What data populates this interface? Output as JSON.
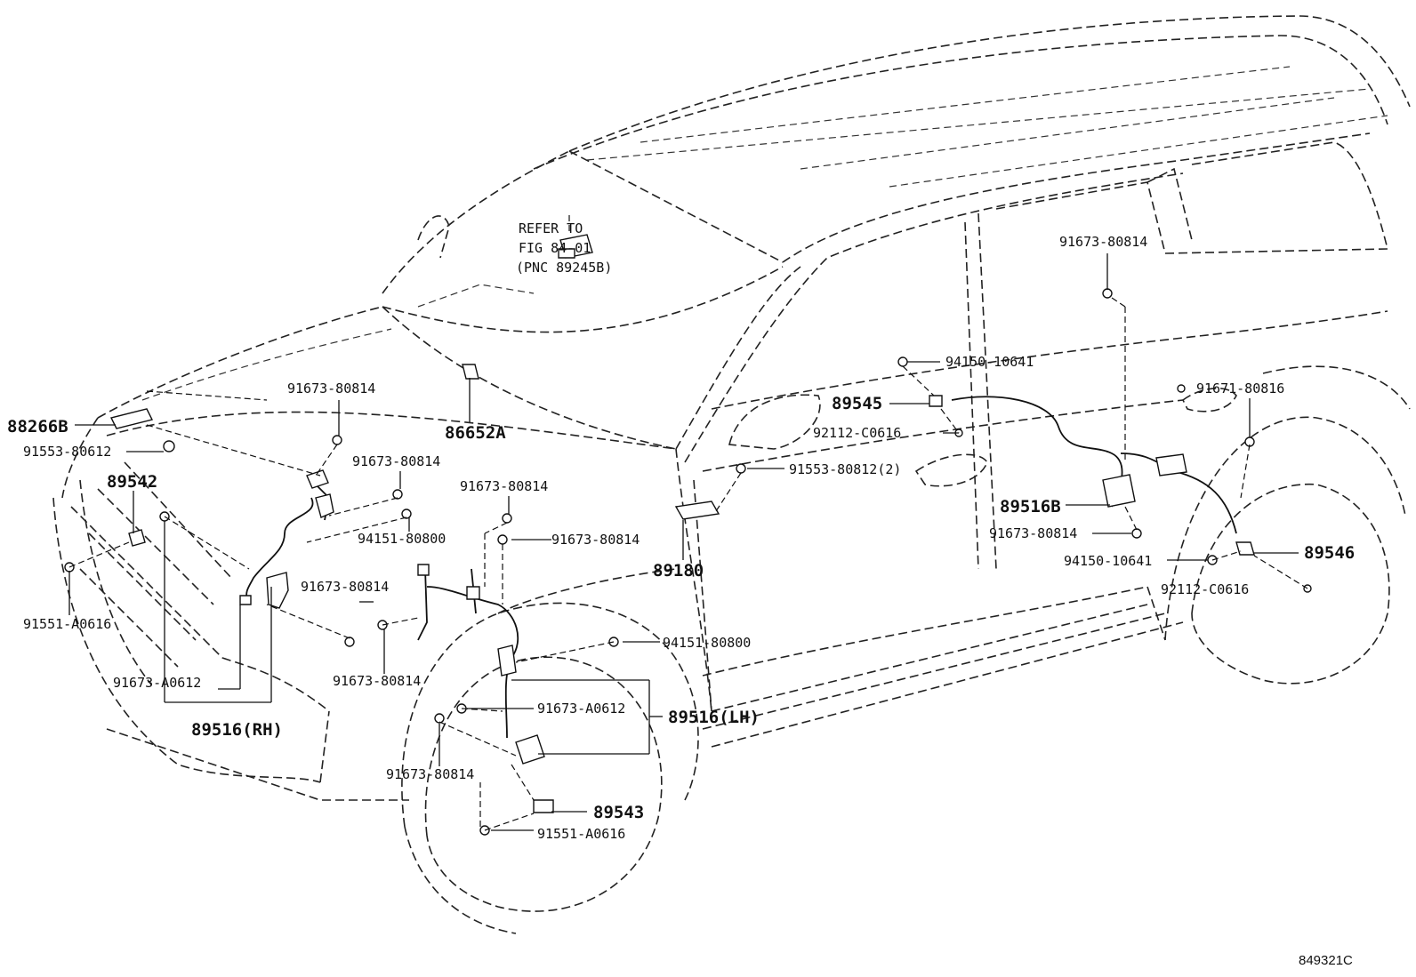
{
  "labels": {
    "ref_1": "REFER TO",
    "ref_2": "FIG 84-01",
    "ref_3": "(PNC 89245B)",
    "p88266B": "88266B",
    "p91553_80612": "91553-80612",
    "p89542": "89542",
    "p91551_A0616_front": "91551-A0616",
    "p91673_80814_a": "91673-80814",
    "p91673_80814_b": "91673-80814",
    "p91673_80814_c": "91673-80814",
    "p91673_80814_d": "91673-80814",
    "p91673_80814_e": "91673-80814",
    "p91673_80814_f": "91673-80814",
    "p91673_80814_g": "91673-80814",
    "p91673_80814_h": "91673-80814",
    "p91673_80814_i": "91673-80814",
    "p94151_80800_a": "94151-80800",
    "p94151_80800_b": "94151-80800",
    "p86652A": "86652A",
    "p89180": "89180",
    "p89545": "89545",
    "p92112_C0616_a": "92112-C0616",
    "p92112_C0616_b": "92112-C0616",
    "p91553_80812_2": "91553-80812(2)",
    "p94150_10641_a": "94150-10641",
    "p94150_10641_b": "94150-10641",
    "p91671_80816": "91671-80816",
    "p89516B": "89516B",
    "p89546": "89546",
    "p91673_A0612_a": "91673-A0612",
    "p91673_A0612_b": "91673-A0612",
    "p89516_RH": "89516(RH)",
    "p89516_LH": "89516(LH)",
    "p89543": "89543",
    "p91551_A0616_rear": "91551-A0616",
    "figure_code": "849321C"
  }
}
